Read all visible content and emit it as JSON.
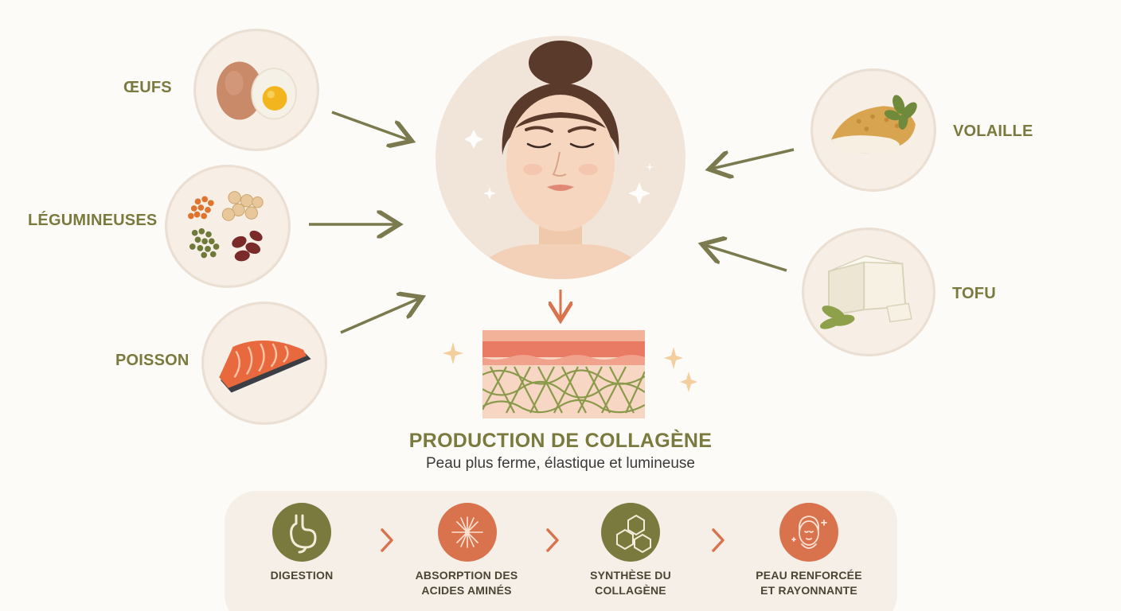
{
  "foods": {
    "eggs": "ŒUFS",
    "legumes": "LÉGUMINEUSES",
    "fish": "POISSON",
    "poultry": "VOLAILLE",
    "tofu": "TOFU"
  },
  "result": {
    "title": "PRODUCTION DE COLLAGÈNE",
    "subtitle": "Peau plus ferme, élastique et lumineuse"
  },
  "steps": [
    {
      "line1": "DIGESTION",
      "line2": ""
    },
    {
      "line1": "ABSORPTION DES",
      "line2": "ACIDES AMINÉS"
    },
    {
      "line1": "SYNTHÈSE DU",
      "line2": "COLLAGÈNE"
    },
    {
      "line1": "PEAU RENFORCÉE",
      "line2": "ET RAYONNANTE"
    }
  ],
  "colors": {
    "olive": "#7a7a3e",
    "terracotta": "#d9734e",
    "panel": "#f5efe7",
    "arrow": "#7a7a4e"
  },
  "icons": [
    "egg-icon",
    "legumes-icon",
    "salmon-icon",
    "chicken-icon",
    "tofu-icon",
    "face-icon",
    "skin-layer-icon",
    "stomach-icon",
    "absorption-icon",
    "molecule-icon",
    "glowing-face-icon"
  ]
}
